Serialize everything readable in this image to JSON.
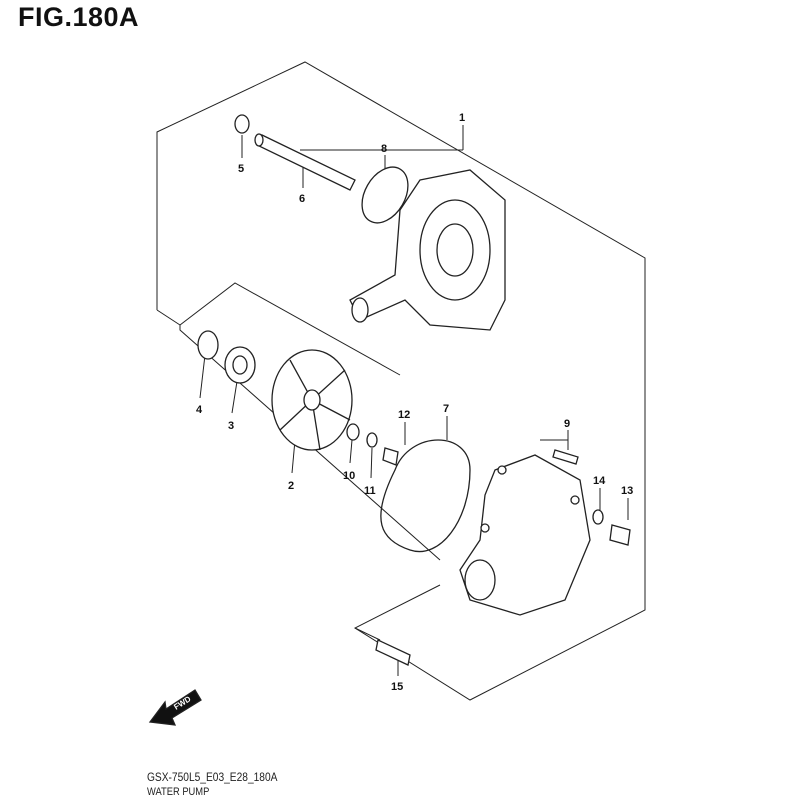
{
  "figure_title": "FIG.180A",
  "diagram_code": "GSX-750L5_E03_E28_180A",
  "section_name": "WATER PUMP",
  "fwd_label": "FWD",
  "part_labels": {
    "p1": "1",
    "p2": "2",
    "p3": "3",
    "p4": "4",
    "p5": "5",
    "p6": "6",
    "p7": "7",
    "p8": "8",
    "p9": "9",
    "p10": "10",
    "p11": "11",
    "p12": "12",
    "p13": "13",
    "p14": "14",
    "p15": "15"
  }
}
